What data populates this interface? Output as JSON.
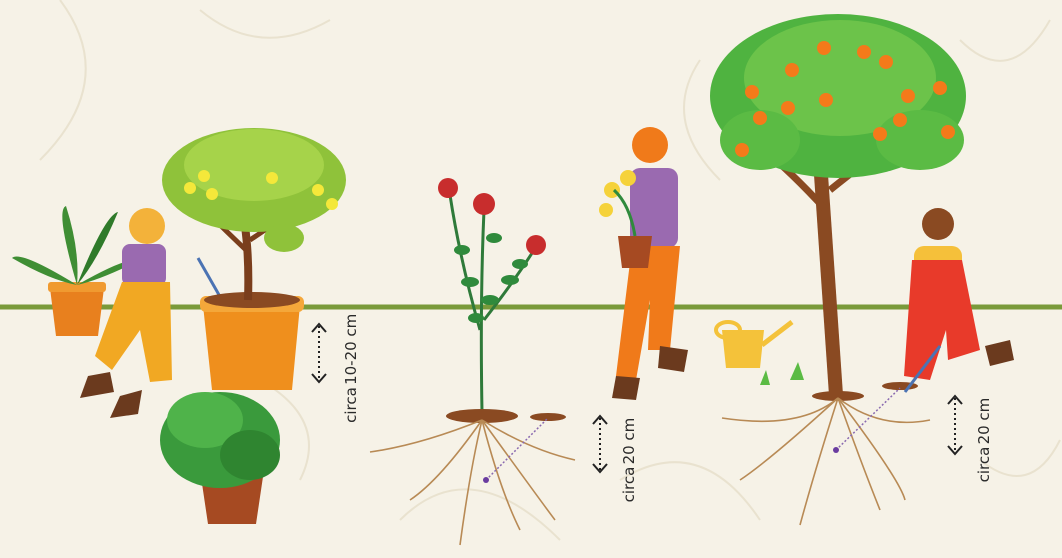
{
  "ground_color": "#7a9a3a",
  "measurements": [
    {
      "line1": "circa",
      "line2": "10-20 cm"
    },
    {
      "line1": "circa",
      "line2": "20 cm"
    },
    {
      "line1": "circa",
      "line2": "20 cm"
    }
  ],
  "icons": [
    "potted-lemon-tree-icon",
    "rose-bush-icon",
    "orange-tree-icon",
    "watering-can-icon",
    "monstera-pot-icon",
    "striped-plant-pot-icon",
    "gardener-icon"
  ]
}
